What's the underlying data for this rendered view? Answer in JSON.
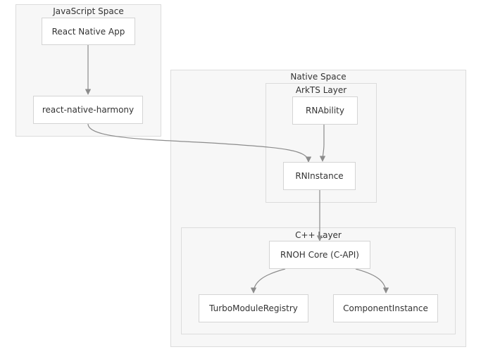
{
  "clusters": {
    "js_space": "JavaScript Space",
    "native_space": "Native Space",
    "arkts_layer": "ArkTS Layer",
    "cpp_layer": "C++ Layer"
  },
  "nodes": {
    "react_native_app": "React Native App",
    "react_native_harmony": "react-native-harmony",
    "rnability": "RNAbility",
    "rninstance": "RNInstance",
    "rnoh_core": "RNOH Core (C-API)",
    "turbo_module_registry": "TurboModuleRegistry",
    "component_instance": "ComponentInstance"
  },
  "edges": [
    {
      "from": "React Native App",
      "to": "react-native-harmony"
    },
    {
      "from": "react-native-harmony",
      "to": "RNInstance"
    },
    {
      "from": "RNAbility",
      "to": "RNInstance"
    },
    {
      "from": "RNInstance",
      "to": "RNOH Core (C-API)"
    },
    {
      "from": "RNOH Core (C-API)",
      "to": "TurboModuleRegistry"
    },
    {
      "from": "RNOH Core (C-API)",
      "to": "ComponentInstance"
    }
  ],
  "colors": {
    "cluster_fill": "#f7f7f7",
    "cluster_border": "#dcdcdc",
    "node_fill": "#ffffff",
    "node_border": "#d4d4d4",
    "edge": "#8c8c8c"
  }
}
